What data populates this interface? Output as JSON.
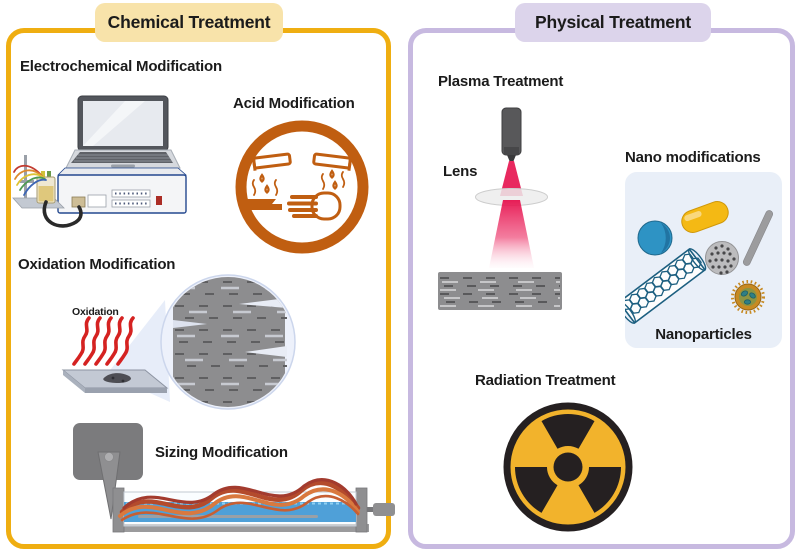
{
  "chemical_panel": {
    "title": "Chemical Treatment",
    "electrochemical_label": "Electrochemical Modification",
    "acid_label": "Acid Modification",
    "oxidation_label": "Oxidation Modification",
    "oxidation_annotation": "Oxidation",
    "sizing_label": "Sizing Modification"
  },
  "physical_panel": {
    "title": "Physical Treatment",
    "plasma_label": "Plasma Treatment",
    "lens_label": "Lens",
    "nano_label": "Nano modifications",
    "nanoparticles_label": "Nanoparticles",
    "radiation_label": "Radiation Treatment"
  },
  "icons": {
    "acid": "corrosive-hazard-icon",
    "electrochemical": "laptop-potentiostat-cell-icon",
    "oxidation": "slide-heat-magnifier-icon",
    "sizing": "sizing-bath-icon",
    "plasma": "plasma-torch-lens-beam-icon",
    "nano": [
      "nanodisc-icon",
      "nanocapsule-icon",
      "nanorod-icon",
      "porous-nanosphere-icon",
      "carbon-nanotube-icon",
      "nano-virus-particle-icon"
    ],
    "radiation": "radiation-trefoil-icon"
  },
  "colors": {
    "chemical_border": "#EFAE11",
    "chemical_header_bg": "#F8E3AA",
    "physical_border": "#C7B9E0",
    "physical_header_bg": "#DCD4EB",
    "text_dark": "#1B1B1B",
    "acid_orange": "#C05E11",
    "oxidation_red": "#D52221",
    "beam_red": "#E6124E",
    "liquid_blue": "#4FA0D8",
    "fiber_gray": "#8D8D8F",
    "nano_box_bg": "#E9EFF8",
    "radiation_yellow": "#F2B32C",
    "radiation_dark": "#252021",
    "nanotube_teal": "#1C5F80"
  }
}
